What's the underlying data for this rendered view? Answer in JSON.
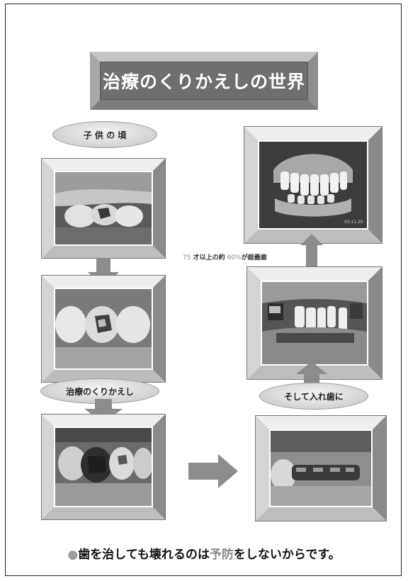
{
  "title": "治療のくりかえしの世界",
  "labels": {
    "childhood": "子 供 の 頃",
    "repeated_treatment": "治療のくりかえし",
    "and_dentures": "そして入れ歯に"
  },
  "caption_75": {
    "num_a": "75",
    "text_a": " 才以上の約 ",
    "num_b": "60%",
    "text_b": "が総義歯"
  },
  "photo_timestamp": "03.11.20",
  "footer": {
    "bullet": "●",
    "text_a": "歯を治しても壊れるのは",
    "accent": "予防",
    "text_b": "をしないからです。"
  },
  "colors": {
    "title_bg": "#6f6f6f",
    "frame_light": "#e8e8e8",
    "frame_dark": "#7a7a7a",
    "arrow": "#8c8c8c"
  }
}
